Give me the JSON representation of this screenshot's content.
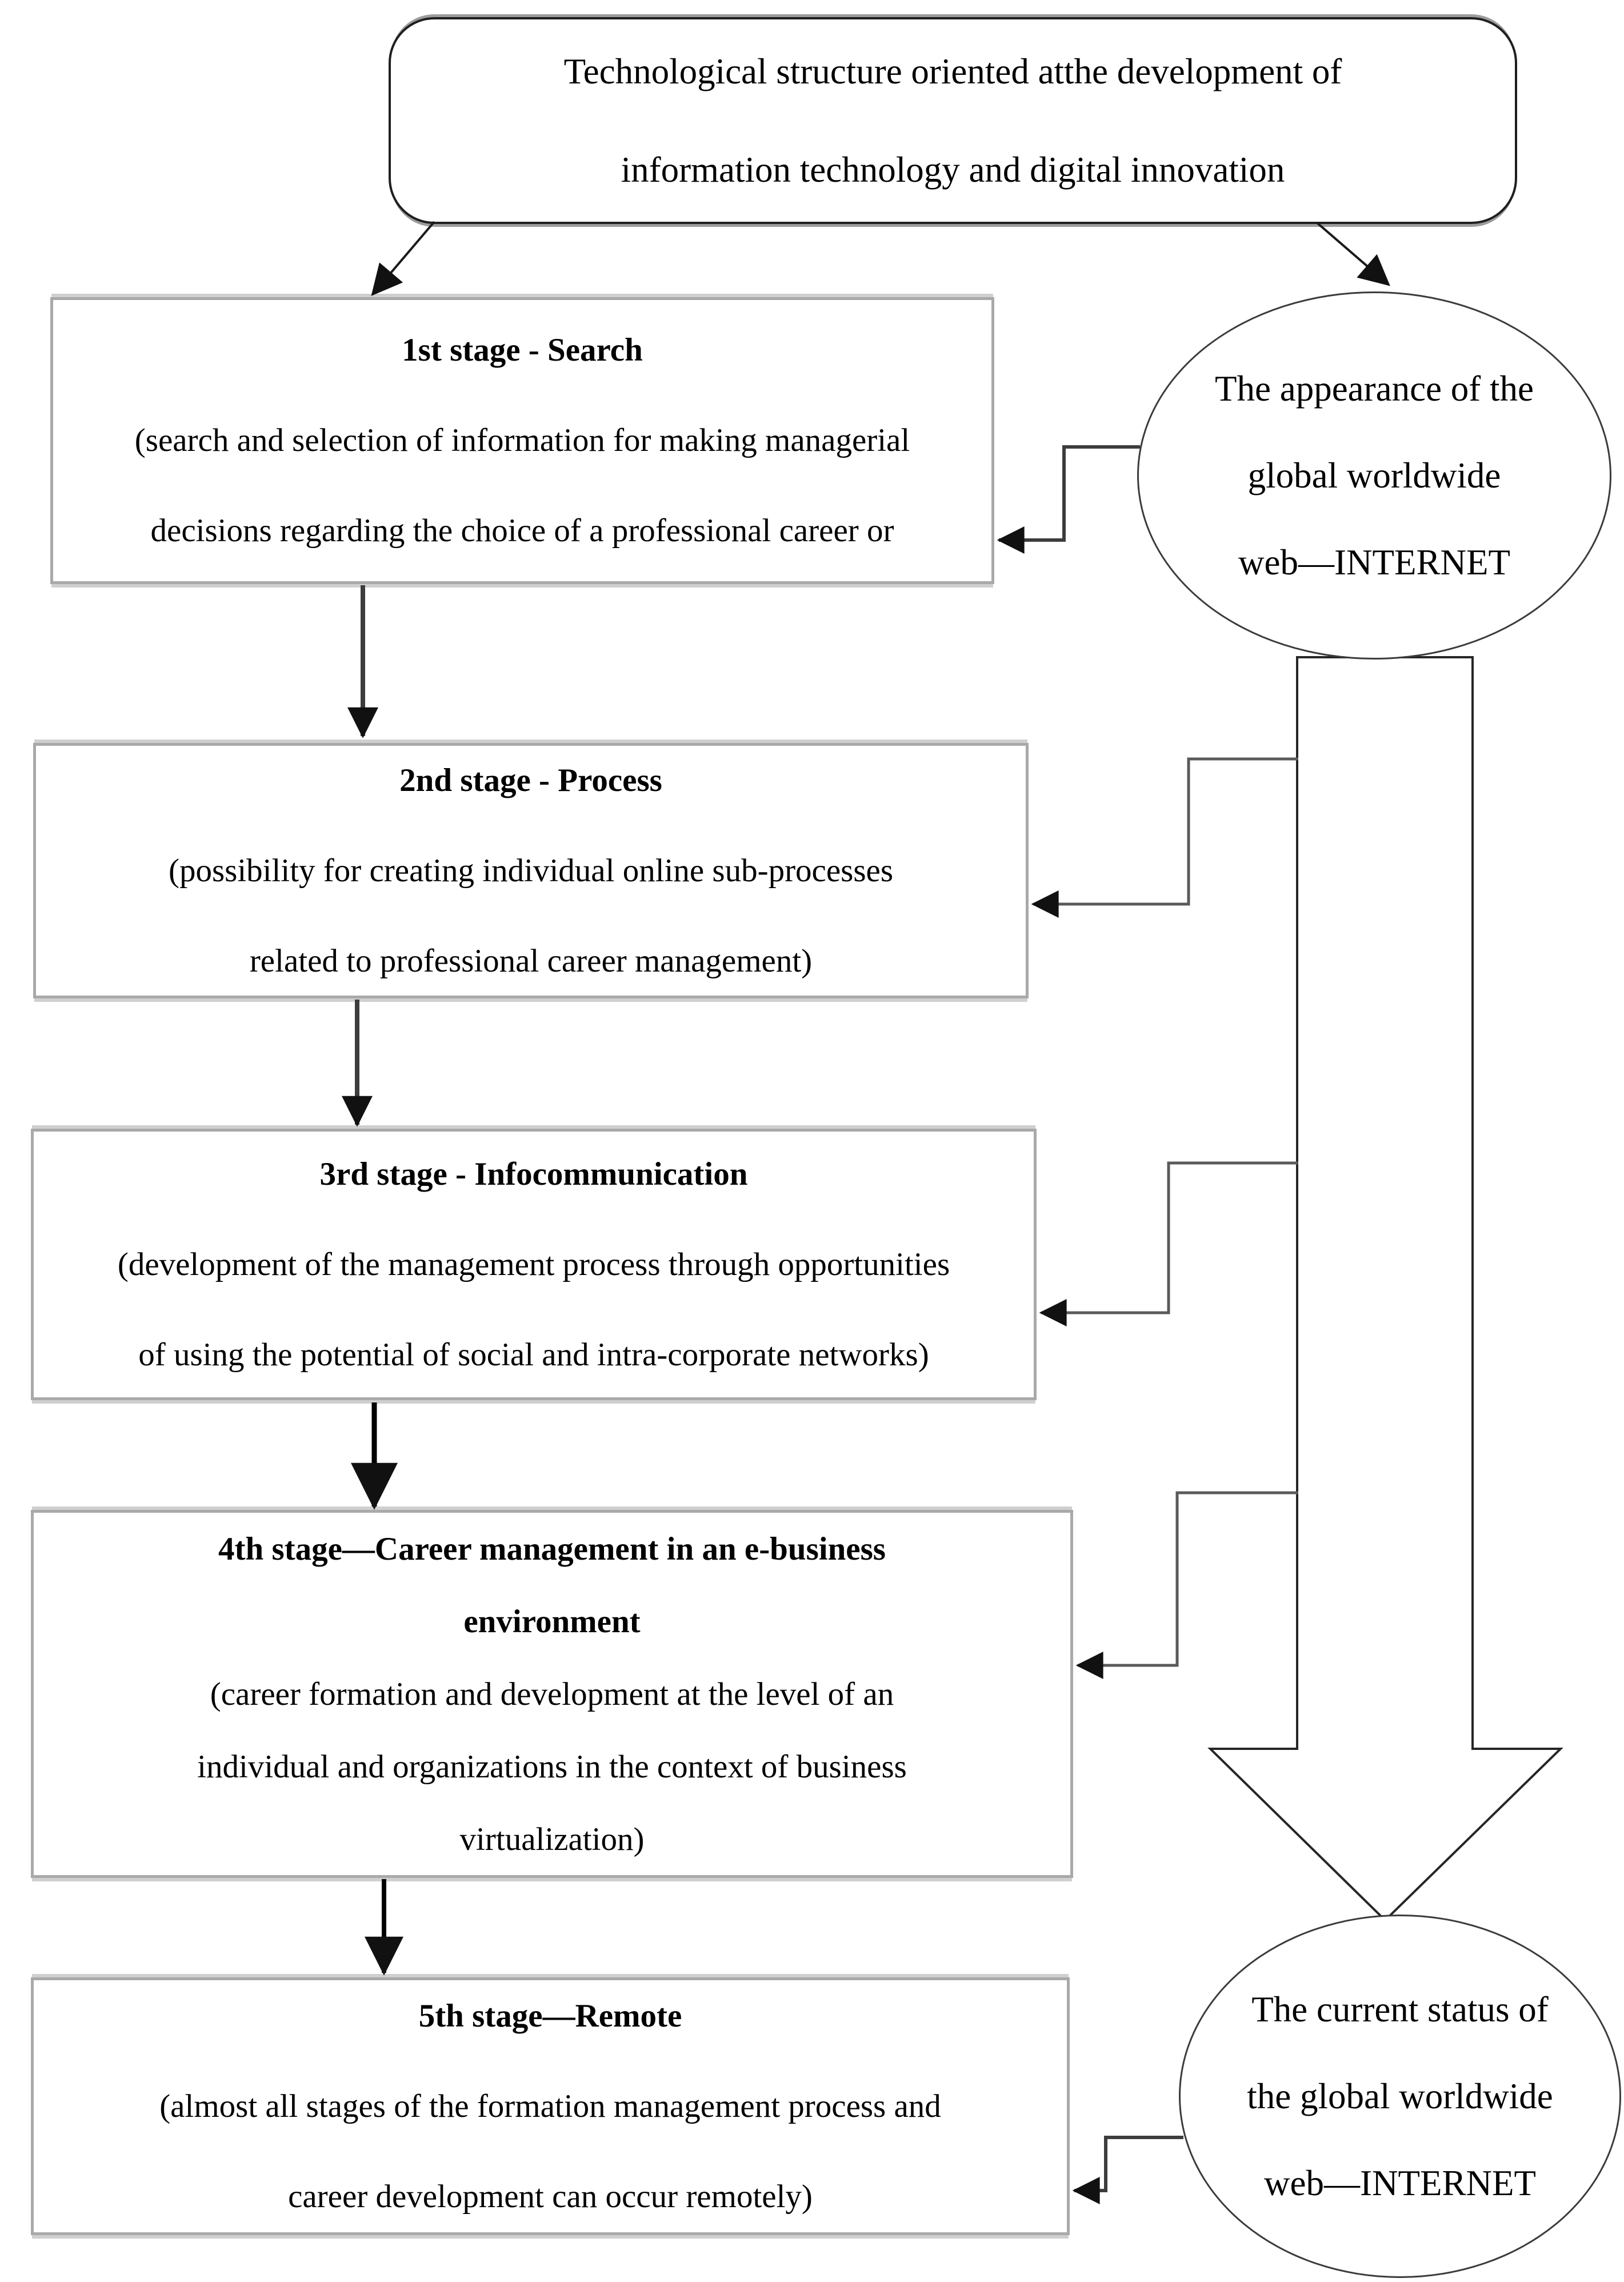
{
  "diagram": {
    "top_box": {
      "text": "Technological structure oriented atthe development of\ninformation technology and digital innovation"
    },
    "stages": [
      {
        "title": "1st stage - Search",
        "body": "(search and selection of information for making managerial\ndecisions regarding the choice of a professional career or"
      },
      {
        "title": "2nd stage - Process",
        "body": "(possibility for creating individual online sub-processes\nrelated to professional career management)"
      },
      {
        "title": "3rd stage - Infocommunication",
        "body": "(development of the management process through opportunities\nof using the potential of social and intra-corporate networks)"
      },
      {
        "title": "4th stage—Career management in an e-business\nenvironment",
        "body": "(career formation and development at the level of an\nindividual and organizations in the context of business\nvirtualization)"
      },
      {
        "title": "5th stage—Remote",
        "body": "(almost all stages of the formation management process and\ncareer development can occur remotely)"
      }
    ],
    "internet_top": {
      "text": "The appearance of the\nglobal worldwide\nweb—INTERNET"
    },
    "internet_bottom": {
      "text": "The current status of\nthe global worldwide\nweb—INTERNET"
    },
    "colors": {
      "background": "#ffffff",
      "stage_box_border": "#a9a9a9",
      "top_box_border": "#1f1f1f",
      "ellipse_border": "#3b3b3b",
      "connector_line": "#3d3d3d",
      "arrowhead": "#111111",
      "text": "#000000"
    }
  }
}
